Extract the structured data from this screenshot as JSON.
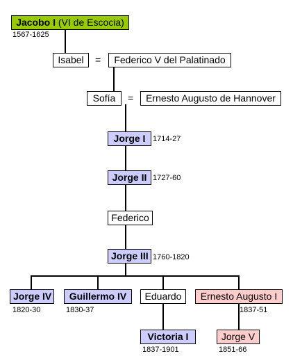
{
  "nodes": {
    "jacobo": {
      "name": "Jacobo I",
      "note": " (VI de Escocia)",
      "dates": "1567-1625",
      "color": "#99cc00"
    },
    "isabel": {
      "name": "Isabel"
    },
    "federico_v": {
      "name": "Federico V del Palatinado"
    },
    "sofia": {
      "name": "Sofía"
    },
    "ernesto_augusto_hannover": {
      "name": "Ernesto Augusto de Hannover"
    },
    "jorge_i": {
      "name": "Jorge I",
      "dates": "1714-27",
      "color": "#ccccff"
    },
    "jorge_ii": {
      "name": "Jorge II",
      "dates": "1727-60",
      "color": "#ccccff"
    },
    "federico": {
      "name": "Federico"
    },
    "jorge_iii": {
      "name": "Jorge III",
      "dates": "1760-1820",
      "color": "#ccccff"
    },
    "jorge_iv": {
      "name": "Jorge IV",
      "dates": "1820-30",
      "color": "#ccccff"
    },
    "guillermo_iv": {
      "name": "Guillermo IV",
      "dates": "1830-37",
      "color": "#ccccff"
    },
    "eduardo": {
      "name": "Eduardo"
    },
    "ernesto_augusto_i": {
      "name": "Ernesto Augusto I",
      "dates": "1837-51",
      "color": "#ffcccc"
    },
    "victoria_i": {
      "name": "Victoria I",
      "dates": "1837-1901",
      "color": "#ccccff"
    },
    "jorge_v": {
      "name": "Jorge V",
      "dates": "1851-66",
      "color": "#ffcccc"
    }
  },
  "marriage_symbol": "="
}
